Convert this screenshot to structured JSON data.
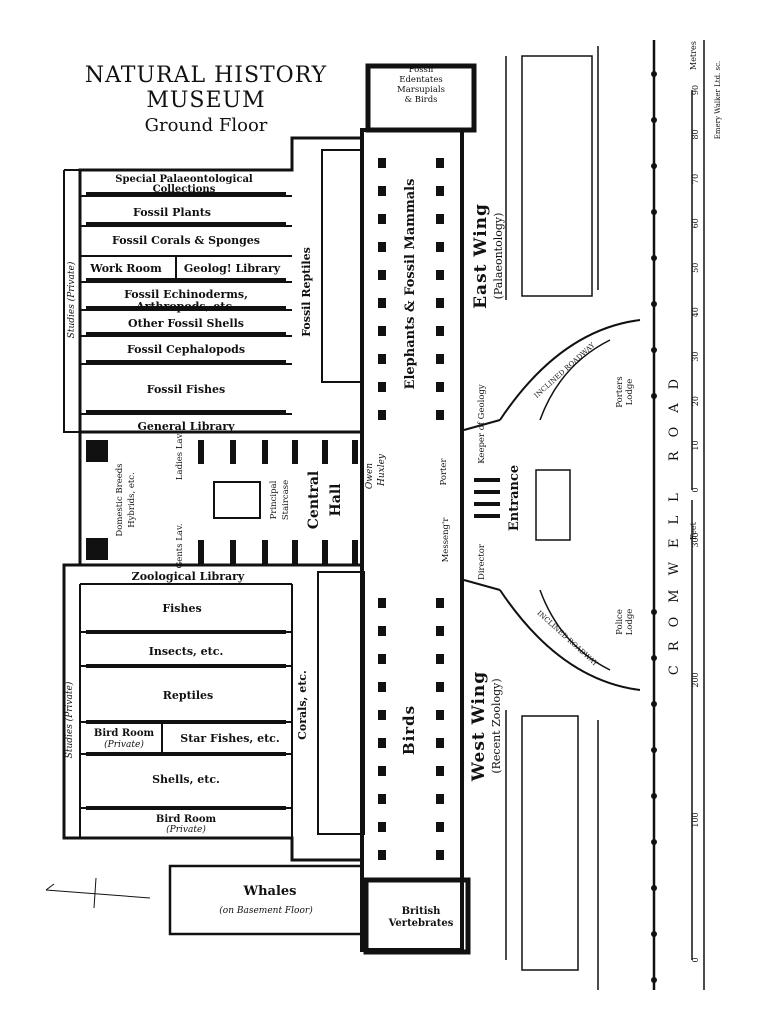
{
  "title": {
    "line1": "NATURAL HISTORY",
    "line2": "MUSEUM",
    "subtitle": "Ground Floor"
  },
  "credit": "Emery Walker Ltd. sc.",
  "rooms": {
    "fossil_edentates": [
      "Fossil",
      "Edentates",
      "Marsupials",
      "& Birds"
    ],
    "special_palaeo": [
      "Special Palaeontological",
      "Collections"
    ],
    "fossil_plants": "Fossil Plants",
    "fossil_corals": "Fossil Corals & Sponges",
    "work_room": "Work Room",
    "geolog_library": "Geolog! Library",
    "fossil_echino": [
      "Fossil Echinoderms,",
      "Arthropods, etc."
    ],
    "other_shells": "Other Fossil Shells",
    "fossil_cephalopods": "Fossil Cephalopods",
    "fossil_fishes": "Fossil Fishes",
    "fossil_reptiles": "Fossil Reptiles",
    "elephants": "Elephants & Fossil Mammals",
    "studies_upper": "Studies (Private)",
    "general_library": "General Library",
    "ladies_lav": "Ladies Lav.",
    "gents_lav": "Gents Lav.",
    "domestic_breeds": [
      "Domestic Breeds",
      "Hybrids, etc."
    ],
    "principal_staircase": [
      "Principal",
      "Staircase"
    ],
    "central_hall": [
      "Central",
      "Hall"
    ],
    "owen": "Owen",
    "huxley": "Huxley",
    "keeper_geology": "Keeper of Geology",
    "porter": "Porter",
    "messenger": "Messeng'r",
    "director": "Director",
    "entrance": "Entrance",
    "zoological_library": "Zoological Library",
    "fishes": "Fishes",
    "insects": "Insects, etc.",
    "reptiles": "Reptiles",
    "studies_lower": "Studies (Private)",
    "bird_room_private": [
      "Bird Room",
      "(Private)"
    ],
    "star_fishes": "Star Fishes, etc.",
    "corals": "Corals, etc.",
    "shells": "Shells, etc.",
    "bird_room_lower": [
      "Bird Room",
      "(Private)"
    ],
    "birds": "Birds",
    "whales": [
      "Whales",
      "(on Basement Floor)"
    ],
    "british_vertebrates": [
      "British",
      "Vertebrates"
    ],
    "east_wing": [
      "East Wing",
      "(Palaeontology)"
    ],
    "west_wing": [
      "West Wing",
      "(Recent Zoology)"
    ],
    "porters_lodge": [
      "Porters",
      "Lodge"
    ],
    "police_lodge": [
      "Police",
      "Lodge"
    ],
    "inclined_roadway": "INCLINED ROADWAY",
    "road": "CROMWELL ROAD"
  },
  "scale": {
    "metres_label": "Metres",
    "metres_ticks": [
      "0",
      "10",
      "20",
      "30",
      "40",
      "50",
      "60",
      "70",
      "80",
      "90"
    ],
    "feet_label": "Feet",
    "feet_ticks": [
      "0",
      "100",
      "200",
      "300"
    ]
  }
}
